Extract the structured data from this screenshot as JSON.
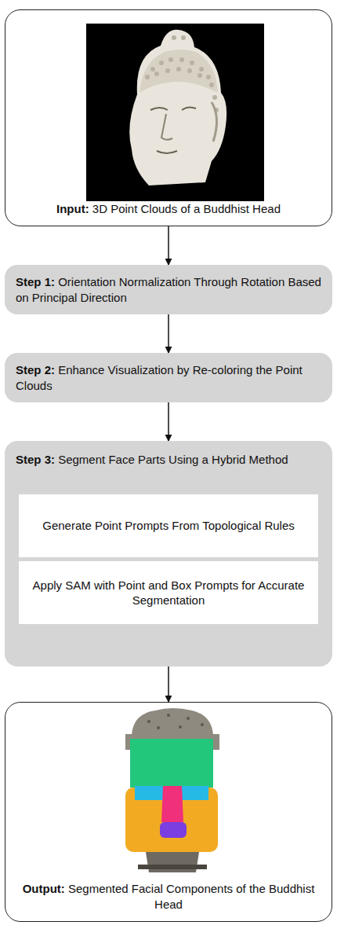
{
  "diagram": {
    "nodes": [
      {
        "text": [
          "Input: 3D Point Clouds of a Buddhist Head"
        ]
      },
      {
        "text": [
          "Step 1: Orientation Normalization Through Rotation Based on Principal Direction"
        ]
      },
      {
        "text": [
          "Step 2: Enhance Visualization by Re-coloring the Point Clouds"
        ]
      },
      {
        "text": [
          "Step 3: Segment Face Parts Using a Hybrid Method"
        ]
      },
      {
        "text": [
          "Generate Point Prompts From Topological Rules"
        ],
        "in": 3
      },
      {
        "text": [
          "Apply SAM with Point and Box Prompts for Accurate Segmentation"
        ],
        "in": 3
      },
      {
        "text": [
          "Output: Segmented Facial Components of the Buddhist Head"
        ]
      }
    ],
    "edges": [
      {
        "from": 0,
        "to": 1,
        "arrow": "to"
      },
      {
        "from": 1,
        "to": 2,
        "arrow": "to"
      },
      {
        "from": 2,
        "to": 3,
        "arrow": "to"
      },
      {
        "from": 3,
        "to": 6,
        "arrow": "to"
      }
    ]
  }
}
